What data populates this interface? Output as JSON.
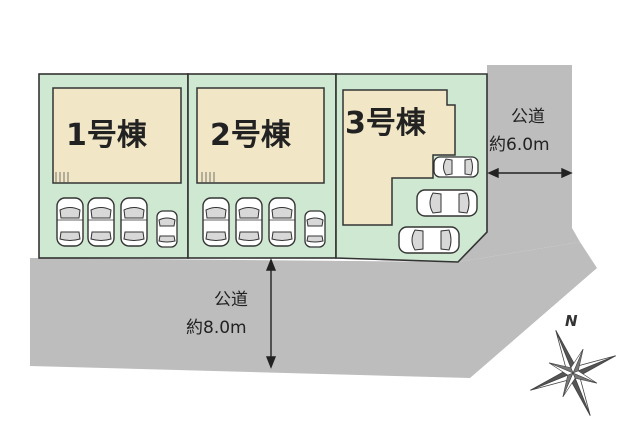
{
  "buildings": [
    {
      "label": "1号棟"
    },
    {
      "label": "2号棟"
    },
    {
      "label": "3号棟"
    }
  ],
  "roads": {
    "east": {
      "name": "公道",
      "width": "約6.0m"
    },
    "south": {
      "name": "公道",
      "width": "約8.0m"
    }
  },
  "compass": {
    "label": "N"
  },
  "colors": {
    "lot": "#cfe8d2",
    "building": "#f1e7c6",
    "road": "#bdbdbd",
    "outline": "#333333",
    "car": "#ffffff"
  }
}
